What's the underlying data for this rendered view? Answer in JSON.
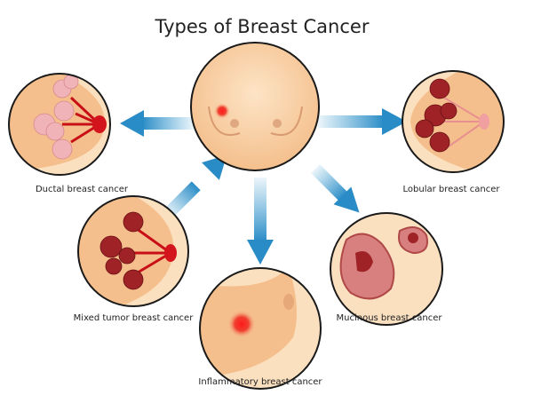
{
  "title": "Types of Breast Cancer",
  "labels": {
    "ductal": "Ductal breast cancer",
    "lobular": "Lobular breast cancer",
    "mixed": "Mixed tumor breast cancer",
    "inflammatory": "Inflammatory breast cancer",
    "mucinous": "Mucinous breast cancer"
  },
  "colors": {
    "skin": "#f6c898",
    "skin_light": "#fbe0c0",
    "tumor": "#d4141c",
    "lobule_pink": "#f0b4b8",
    "lobule_dark": "#9e2226",
    "arrow": "#3a9bd0"
  }
}
